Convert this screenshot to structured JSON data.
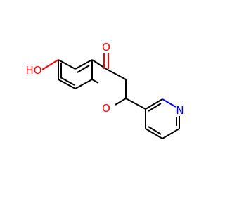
{
  "molecule": {
    "labels": {
      "carbonyl_oxygen": "O",
      "ring_oxygen": "O",
      "hydroxyl": "HO",
      "pyridine_nitrogen": "N"
    },
    "colors": {
      "bond": "#000000",
      "oxygen": "#ff0000",
      "nitrogen": "#0000ff",
      "background": "#ffffff"
    }
  }
}
